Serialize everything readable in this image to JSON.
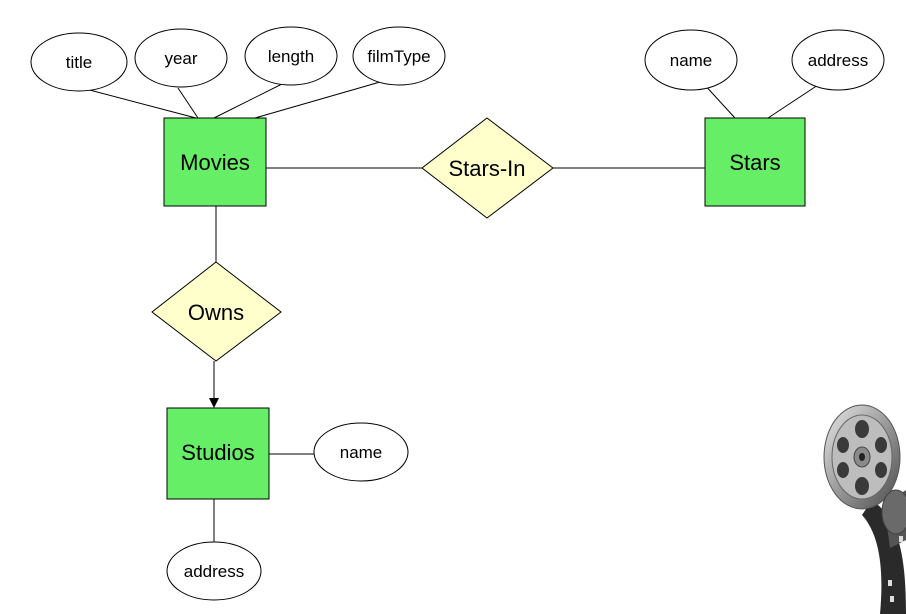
{
  "colors": {
    "entity_fill": "#66ee66",
    "relationship_fill": "#ffffcc",
    "attribute_fill": "#ffffff",
    "stroke": "#000000"
  },
  "entities": {
    "movies": "Movies",
    "stars": "Stars",
    "studios": "Studios"
  },
  "relationships": {
    "stars_in": "Stars-In",
    "owns": "Owns"
  },
  "attributes": {
    "movies": [
      "title",
      "year",
      "length",
      "filmType"
    ],
    "stars": [
      "name",
      "address"
    ],
    "studios": [
      "name",
      "address"
    ]
  },
  "decoration": {
    "icon": "film-reel-icon"
  }
}
